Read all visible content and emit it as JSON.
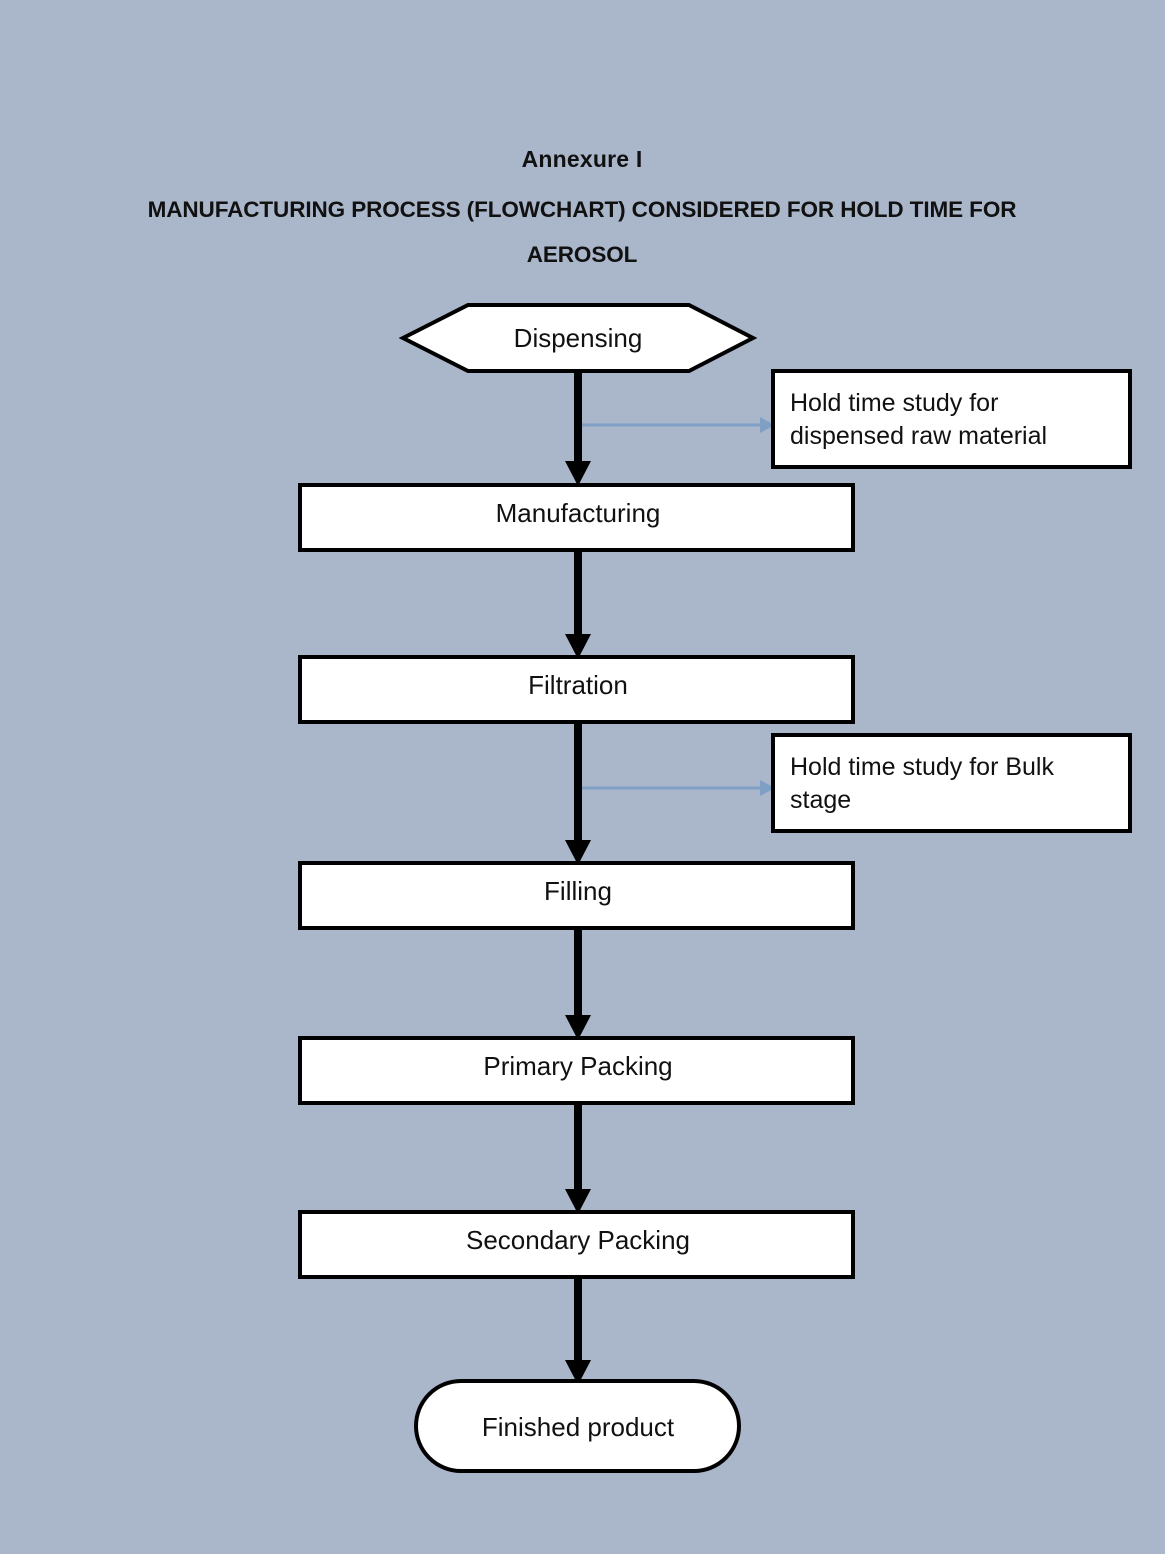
{
  "page": {
    "background_color": "#aab6ca",
    "title_line1": "Annexure I",
    "title_line2": "MANUFACTURING PROCESS (FLOWCHART) CONSIDERED FOR HOLD TIME FOR",
    "title_line3": "AEROSOL"
  },
  "colors": {
    "background": "#aab6ca",
    "node_fill": "#ffffff",
    "node_stroke": "#000000",
    "text": "#111111",
    "flow_arrow": "#000000",
    "note_arrow": "#7f9fc4"
  },
  "chart_data": {
    "type": "diagram",
    "diagram_kind": "process-flowchart",
    "title": "MANUFACTURING PROCESS (FLOWCHART) CONSIDERED FOR HOLD TIME FOR AEROSOL",
    "orientation": "top-to-bottom",
    "nodes": [
      {
        "id": "dispensing",
        "label": "Dispensing",
        "shape": "hexagon"
      },
      {
        "id": "manufacturing",
        "label": "Manufacturing",
        "shape": "rectangle"
      },
      {
        "id": "filtration",
        "label": "Filtration",
        "shape": "rectangle"
      },
      {
        "id": "filling",
        "label": "Filling",
        "shape": "rectangle"
      },
      {
        "id": "primary-packing",
        "label": "Primary Packing",
        "shape": "rectangle"
      },
      {
        "id": "secondary-packing",
        "label": "Secondary Packing",
        "shape": "rectangle"
      },
      {
        "id": "finished-product",
        "label": "Finished product",
        "shape": "stadium"
      }
    ],
    "edges": [
      {
        "from": "dispensing",
        "to": "manufacturing",
        "style": "thick-arrow"
      },
      {
        "from": "manufacturing",
        "to": "filtration",
        "style": "thick-arrow"
      },
      {
        "from": "filtration",
        "to": "filling",
        "style": "thick-arrow"
      },
      {
        "from": "filling",
        "to": "primary-packing",
        "style": "thick-arrow"
      },
      {
        "from": "primary-packing",
        "to": "secondary-packing",
        "style": "thick-arrow"
      },
      {
        "from": "secondary-packing",
        "to": "finished-product",
        "style": "thick-arrow"
      }
    ],
    "annotations": [
      {
        "id": "note-dispensed-raw-material",
        "attached_to_edge": "dispensing-to-manufacturing",
        "line1": "Hold time study for",
        "line2": "dispensed raw material",
        "shape": "rectangle",
        "connector": "thin-arrow"
      },
      {
        "id": "note-bulk-stage",
        "attached_to_edge": "filtration-to-filling",
        "line1": "Hold time study for Bulk",
        "line2": "stage",
        "shape": "rectangle",
        "connector": "thin-arrow"
      }
    ]
  }
}
